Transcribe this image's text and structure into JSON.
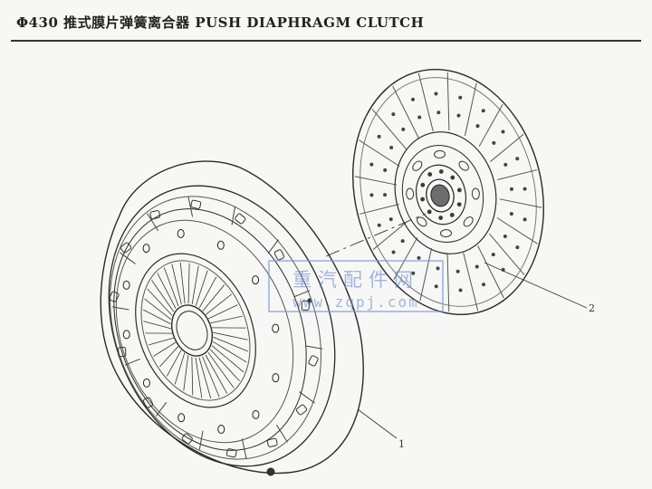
{
  "header": {
    "title": "Φ430 推式膜片弹簧离合器 PUSH DIAPHRAGM CLUTCH"
  },
  "callouts": {
    "pressure_plate": "1",
    "clutch_disc": "2"
  },
  "watermark": {
    "brand": "重汽配件网",
    "url": "www.zqpj.com"
  },
  "colors": {
    "line": "#2a2a2a",
    "watermark": "#6e8cd2"
  }
}
